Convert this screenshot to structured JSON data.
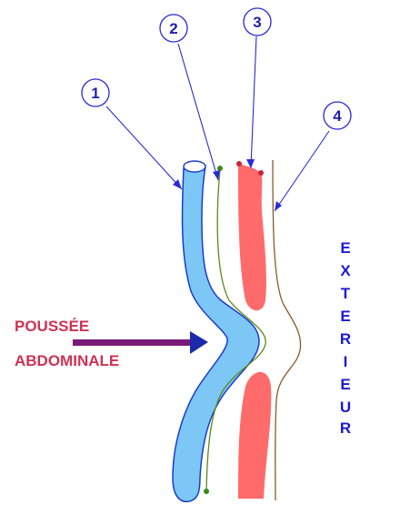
{
  "callouts": [
    "1",
    "2",
    "3",
    "4"
  ],
  "push_label": {
    "line1": "POUSSÉE",
    "line2": "ABDOMINALE"
  },
  "exterior_letters": [
    "E",
    "X",
    "T",
    "E",
    "R",
    "I",
    "E",
    "U",
    "R"
  ],
  "colors": {
    "callout_line": "#2a2ad8",
    "vessel_fill": "#7cc7f5",
    "vessel_stroke": "#1a3ccc",
    "muscle_fill": "#ff6b6b",
    "muscle_dot": "#cc2233",
    "fascia_line": "#5a8a1a",
    "fascia_dot": "#3a8a1a",
    "skin_line": "#8a5a2a",
    "label_red": "#cc3355",
    "arrow": "#7a1a7a",
    "exterior_text": "#1a1ad6"
  }
}
